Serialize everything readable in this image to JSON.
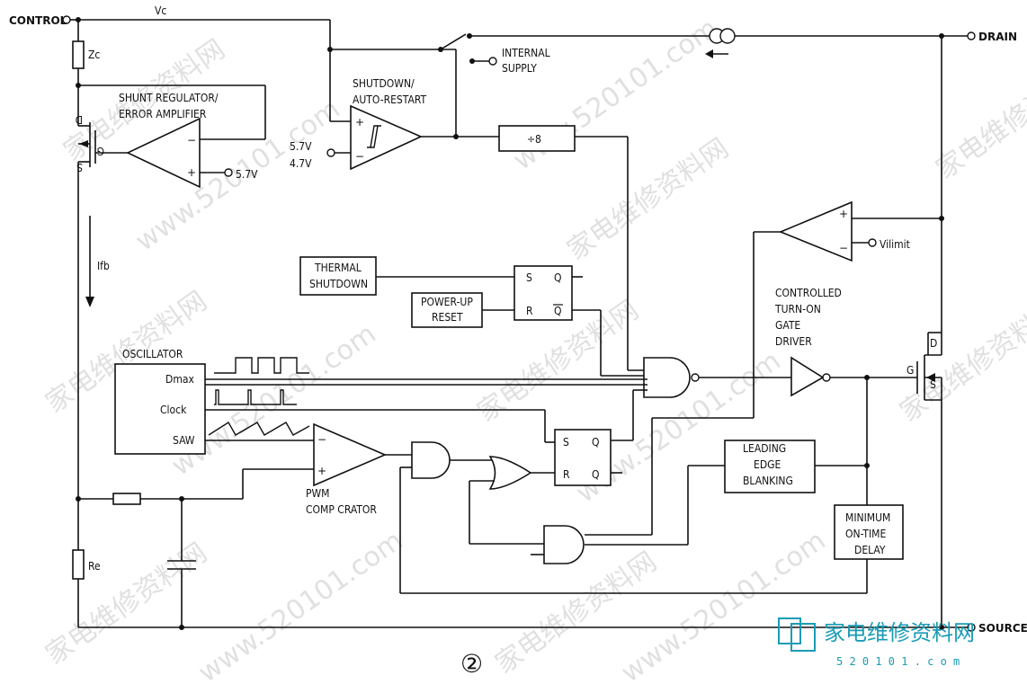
{
  "pins": {
    "control": "CONTROL",
    "drain": "DRAIN",
    "source": "SOURCE"
  },
  "labels": {
    "vc": "Vc",
    "zc": "Zc",
    "re": "Re",
    "ifb": "Ifb",
    "internal_supply_1": "INTERNAL",
    "internal_supply_2": "SUPPLY",
    "shutdown_1": "SHUTDOWN/",
    "shutdown_2": "AUTO-RESTART",
    "shunt_1": "SHUNT REGULATOR/",
    "shunt_2": "ERROR AMPLIFIER",
    "v57": "5.7V",
    "v57b": "5.7V",
    "v47": "4.7V",
    "div8": "÷8",
    "vilimit": "Vilimit",
    "thermal_1": "THERMAL",
    "thermal_2": "SHUTDOWN",
    "powerup_1": "POWER-UP",
    "powerup_2": "RESET",
    "oscillator": "OSCILLATOR",
    "dmax": "Dmax",
    "clock": "Clock",
    "saw": "SAW",
    "pwm_1": "PWM",
    "pwm_2": "COMP CRATOR",
    "ctrl_1": "CONTROLLED",
    "ctrl_2": "TURN-ON",
    "ctrl_3": "GATE",
    "ctrl_4": "DRIVER",
    "leb_1": "LEADING",
    "leb_2": "EDGE",
    "leb_3": "BLANKING",
    "min_1": "MINIMUM",
    "min_2": "ON-TIME",
    "min_3": "DELAY",
    "s": "S",
    "q": "Q",
    "r": "R",
    "plus": "+",
    "minus": "−",
    "mos_d": "D",
    "mos_g": "G",
    "mos_s": "S",
    "figure": "②"
  },
  "watermark": {
    "cn": "家电维修资料网",
    "url": "www.520101.com",
    "logo_text": "家电维修资料网",
    "logo_url": "5 2 0 1 0 1 . c o m"
  },
  "colors": {
    "ink": "#111111",
    "watermark": "#c8c8c8",
    "logo": "#1a9bb5"
  }
}
